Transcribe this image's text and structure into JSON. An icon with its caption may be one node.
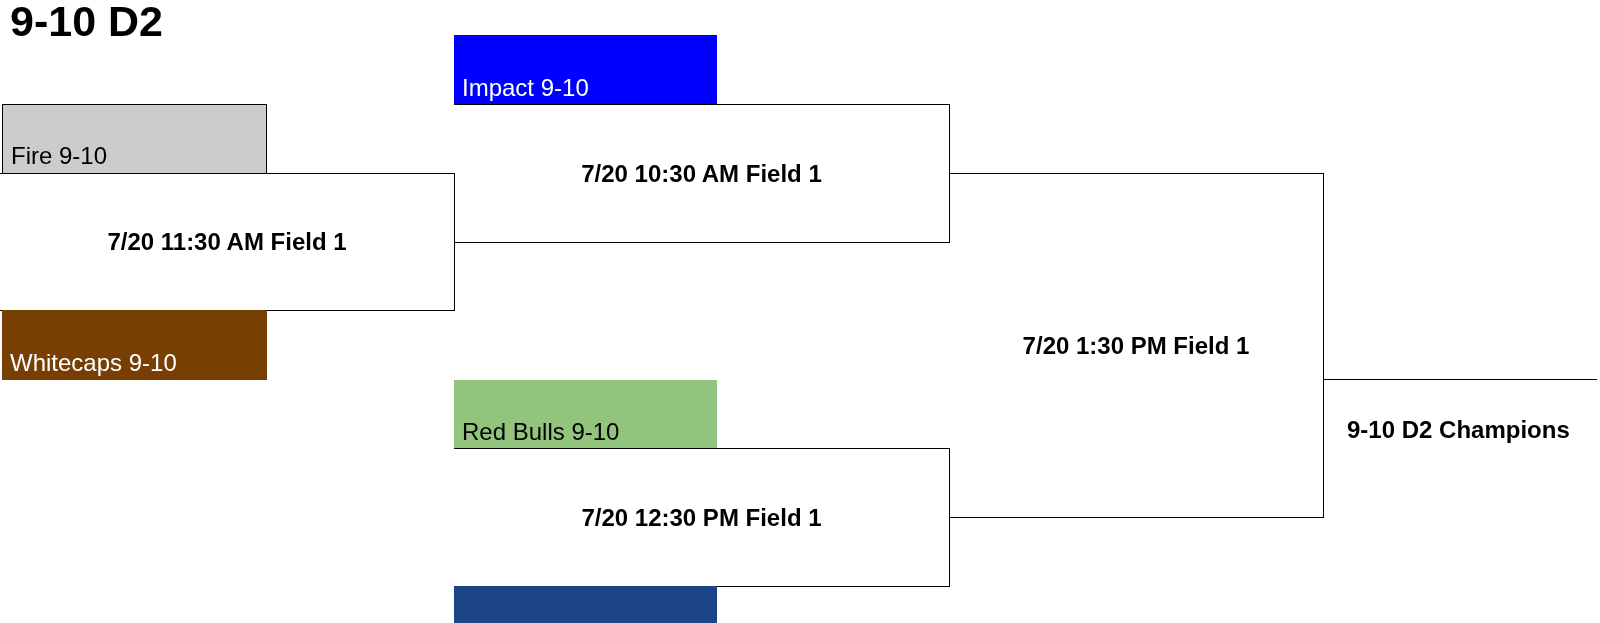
{
  "diagram": {
    "title": "9-10 D2",
    "nodes": [
      {
        "text": [
          "Fire 9-10"
        ]
      },
      {
        "text": [
          "7/20 11:30 AM Field 1"
        ]
      },
      {
        "text": [
          "Whitecaps 9-10"
        ]
      },
      {
        "text": [
          "Impact 9-10"
        ]
      },
      {
        "text": [
          "7/20 10:30 AM Field 1"
        ]
      },
      {
        "text": [
          "Red Bulls 9-10"
        ]
      },
      {
        "text": [
          "7/20 12:30 PM Field 1"
        ]
      },
      {
        "text": [],
        "shape": "box"
      },
      {
        "text": [
          "7/20 1:30 PM Field 1"
        ]
      },
      {
        "text": [
          "9-10 D2 Champions"
        ]
      }
    ]
  }
}
